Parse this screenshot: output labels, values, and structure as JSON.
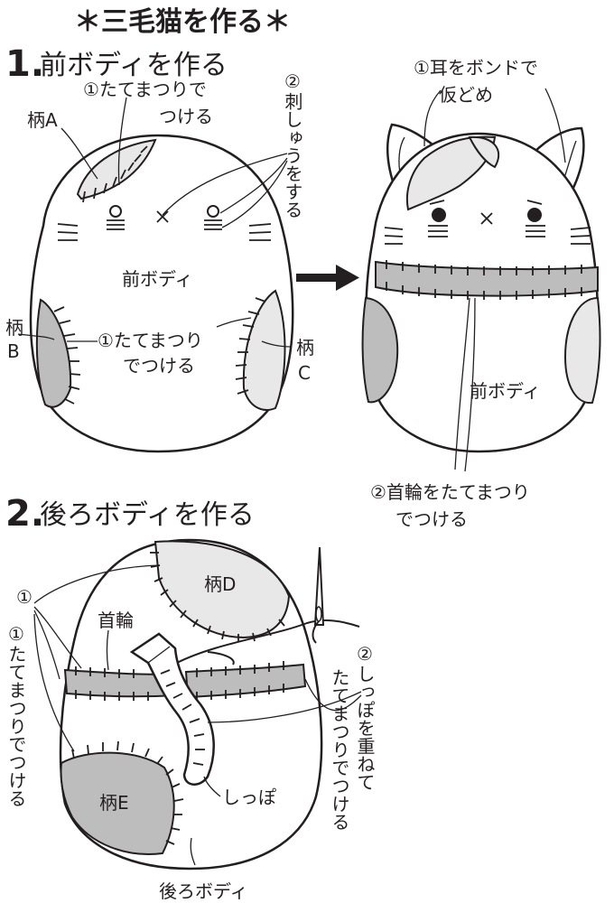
{
  "title": "＊三毛猫を作る＊",
  "step1": {
    "number": "1.",
    "heading": "前ボディを作る",
    "labels": {
      "pattern_a": "柄A",
      "tatematsuri_a_1": "①たてまつりで",
      "tatematsuri_a_2": "つける",
      "embroidery": "②刺しゅうをする",
      "pattern_b_1": "柄",
      "pattern_b_2": "B",
      "tatematsuri_bc_1": "①たてまつり",
      "tatematsuri_bc_2": "でつける",
      "pattern_c_1": "柄",
      "pattern_c_2": "C",
      "front_body": "前ボディ",
      "ears_1": "①耳をボンドで",
      "ears_2": "仮どめ",
      "front_body_right": "前ボディ",
      "collar_1": "②首輪をたてまつり",
      "collar_2": "でつける"
    }
  },
  "step2": {
    "number": "2.",
    "heading": "後ろボディを作る",
    "labels": {
      "tatematsuri_vertical": "①たてまつりでつける",
      "collar": "首輪",
      "pattern_d": "柄D",
      "pattern_e": "柄E",
      "tail": "しっぽ",
      "tail_instruction": "②しっぽを重ねてたてまつりでつける",
      "back_body": "後ろボディ"
    }
  },
  "colors": {
    "ink": "#231f20",
    "light_patch": "#e8e8e8",
    "dark_patch": "#bdbdbd"
  }
}
